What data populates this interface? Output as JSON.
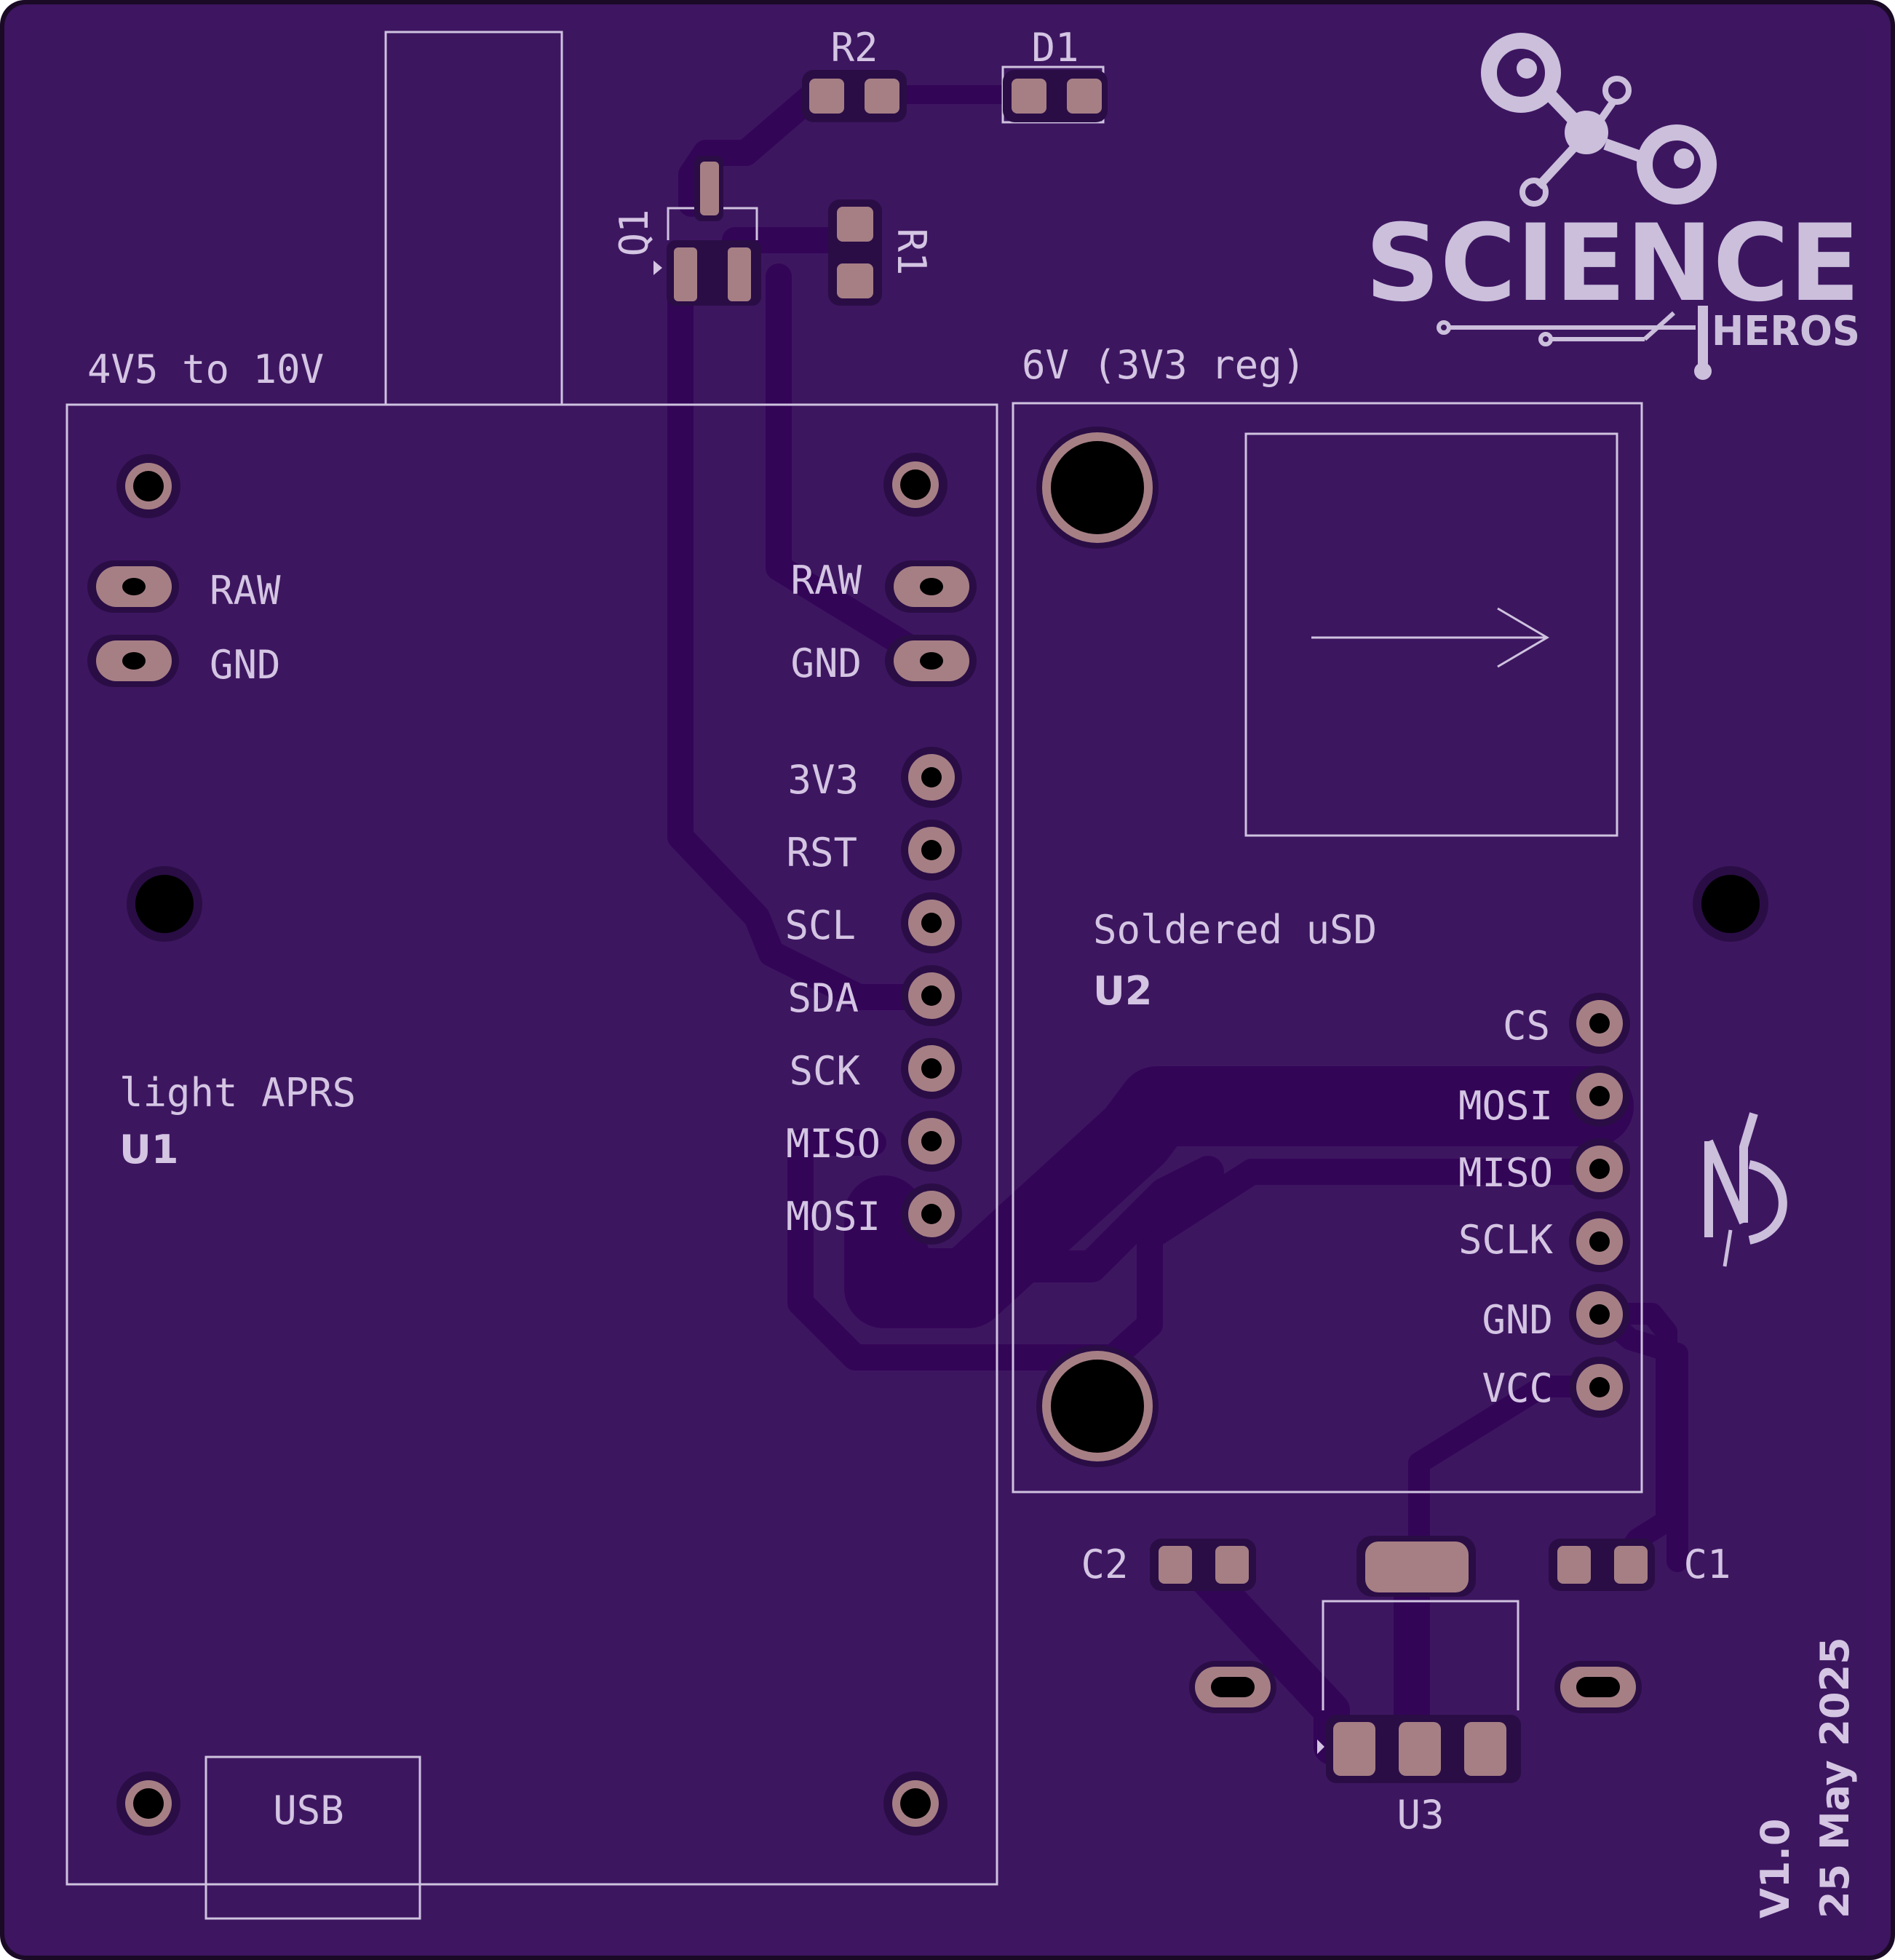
{
  "board": {
    "colors": {
      "edge": "#1a0a26",
      "board": "#3e1561",
      "trace": "#330557",
      "pad": "#a67f85",
      "silkscreen": "#d4c5e3"
    }
  },
  "u1": {
    "supply": "4V5 to 10V",
    "name": "light APRS",
    "ref": "U1",
    "left_pins": [
      "RAW",
      "GND"
    ],
    "right_pins": [
      "RAW",
      "GND",
      "3V3",
      "RST",
      "SCL",
      "SDA",
      "SCK",
      "MISO",
      "MOSI"
    ],
    "usb": "USB"
  },
  "u2": {
    "supply": "6V (3V3 reg)",
    "name": "Soldered uSD",
    "ref": "U2",
    "pins": [
      "CS",
      "MOSI",
      "MISO",
      "SCLK",
      "GND",
      "VCC"
    ]
  },
  "parts": {
    "r1": "R1",
    "r2": "R2",
    "d1": "D1",
    "q1": "Q1",
    "c1": "C1",
    "c2": "C2",
    "u3": "U3"
  },
  "logo": {
    "word": "SCIENCE",
    "sub": "HEROS"
  },
  "version": {
    "rev": "V1.0",
    "date": "25 May 2025"
  }
}
